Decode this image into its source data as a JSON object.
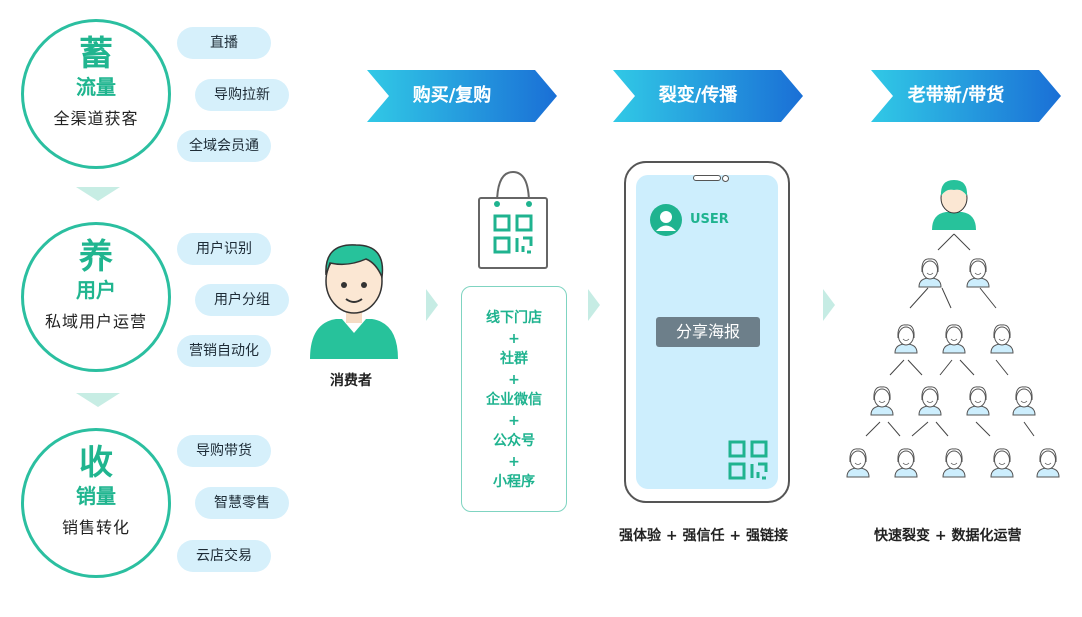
{
  "colors": {
    "teal": "#2bbfa0",
    "pill_bg": "#d6f0fb",
    "arrow_start": "#31c9e6",
    "arrow_end": "#1a6fd6",
    "screen": "#cdeefd"
  },
  "circles": [
    {
      "big": "蓄",
      "mid": "流量",
      "small": "全渠道获客",
      "pills": [
        "直播",
        "导购拉新",
        "全域会员通"
      ]
    },
    {
      "big": "养",
      "mid": "用户",
      "small": "私域用户运营",
      "pills": [
        "用户识别",
        "用户分组",
        "营销自动化"
      ]
    },
    {
      "big": "收",
      "mid": "销量",
      "small": "销售转化",
      "pills": [
        "导购带货",
        "智慧零售",
        "云店交易"
      ]
    }
  ],
  "stages": [
    "购买/复购",
    "裂变/传播",
    "老带新/带货"
  ],
  "consumer_label": "消费者",
  "channels": [
    "线下门店",
    "+",
    "社群",
    "+",
    "企业微信",
    "+",
    "公众号",
    "+",
    "小程序"
  ],
  "phone": {
    "user_label": "USER",
    "share_button": "分享海报"
  },
  "caption_phone": "强体验 + 强信任 + 强链接",
  "caption_tree": "快速裂变 + 数据化运营",
  "icons": [
    "shopping-bag-icon",
    "qr-code-icon",
    "user-avatar-icon",
    "person-icon"
  ]
}
